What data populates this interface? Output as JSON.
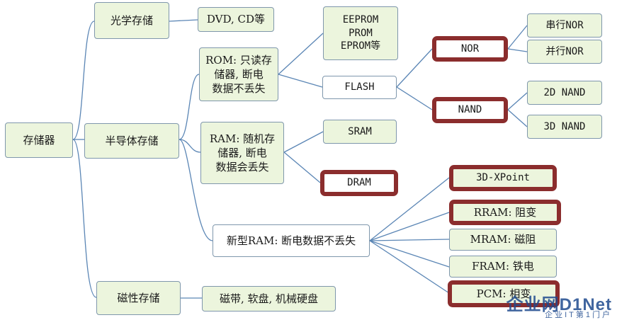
{
  "nodes": {
    "storage": "存储器",
    "optical": "光学存储",
    "dvd_cd": "DVD, CD等",
    "semiconductor": "半导体存储",
    "magnetic": "磁性存储",
    "magnetic_items": "磁带, 软盘, 机械硬盘",
    "rom": "ROM: 只读存\n储器, 断电\n数据不丢失",
    "eeprom_group": "EEPROM\nPROM\nEPROM等",
    "flash": "FLASH",
    "nor": "NOR",
    "serial_nor": "串行NOR",
    "parallel_nor": "并行NOR",
    "nand": "NAND",
    "nand_2d": "2D NAND",
    "nand_3d": "3D NAND",
    "ram": "RAM: 随机存\n储器, 断电\n数据会丢失",
    "sram": "SRAM",
    "dram": "DRAM",
    "new_ram": "新型RAM: 断电数据不丢失",
    "xpoint": "3D-XPoint",
    "rram": "RRAM: 阻变",
    "mram": "MRAM: 磁阻",
    "fram": "FRAM: 铁电",
    "pcm": "PCM: 相变"
  },
  "watermark": {
    "brand": "企业网D1Net",
    "tagline": "企业IT第1门户"
  },
  "colors": {
    "connector": "#5b86b5",
    "node_fill_green": "#ecf5dd",
    "node_border": "#7f97ac",
    "highlight_border": "#8b2d2d"
  }
}
